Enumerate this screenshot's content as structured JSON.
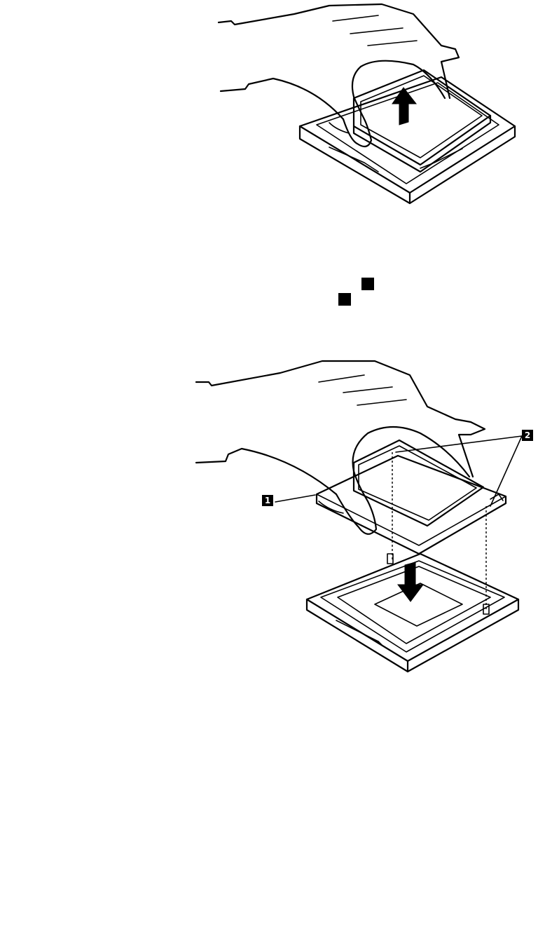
{
  "callouts": {
    "latch_label": "1",
    "notch_label": "2"
  },
  "inline_markers": [
    {
      "name": "callout-marker-1"
    },
    {
      "name": "callout-marker-2"
    }
  ],
  "colors": {
    "ink": "#000000",
    "paper": "#ffffff"
  },
  "illustrations": [
    {
      "name": "remove-microprocessor",
      "arrow": "up"
    },
    {
      "name": "install-microprocessor",
      "arrow": "down"
    }
  ]
}
